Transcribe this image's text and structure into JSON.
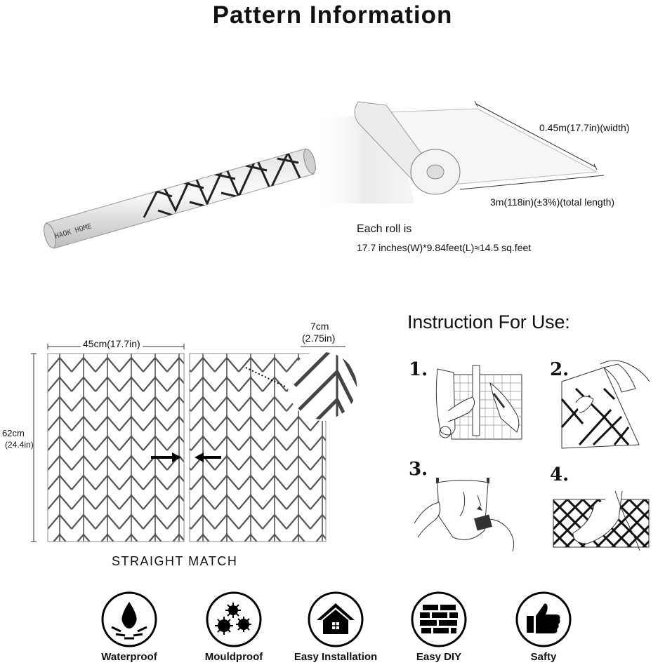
{
  "title": "Pattern Information",
  "roll": {
    "brand": "HAOK HOME",
    "width_label": "0.45m(17.7in)(width)",
    "length_label": "3m(118in)(±3%)(total length)",
    "each_roll": "Each roll is",
    "each_roll_detail": "17.7 inches(W)*9.84feet(L)≈14.5 sq.feet"
  },
  "panel": {
    "width_label": "45cm(17.7in)",
    "height_label": "62cm",
    "height_label_in": "(24.4in)",
    "repeat_label": "7cm",
    "repeat_label_in": "(2.75in)",
    "match_label": "STRAIGHT MATCH"
  },
  "instructions": {
    "heading": "Instruction For Use:",
    "steps": [
      "1.",
      "2.",
      "3.",
      "4."
    ]
  },
  "features": [
    {
      "label": "Waterproof",
      "icon": "water-drop-icon"
    },
    {
      "label": "Mouldproof",
      "icon": "mould-icon"
    },
    {
      "label": "Easy Installation",
      "icon": "house-icon"
    },
    {
      "label": "Easy DIY",
      "icon": "brick-wall-icon"
    },
    {
      "label": "Safty",
      "icon": "thumbs-up-icon"
    }
  ]
}
